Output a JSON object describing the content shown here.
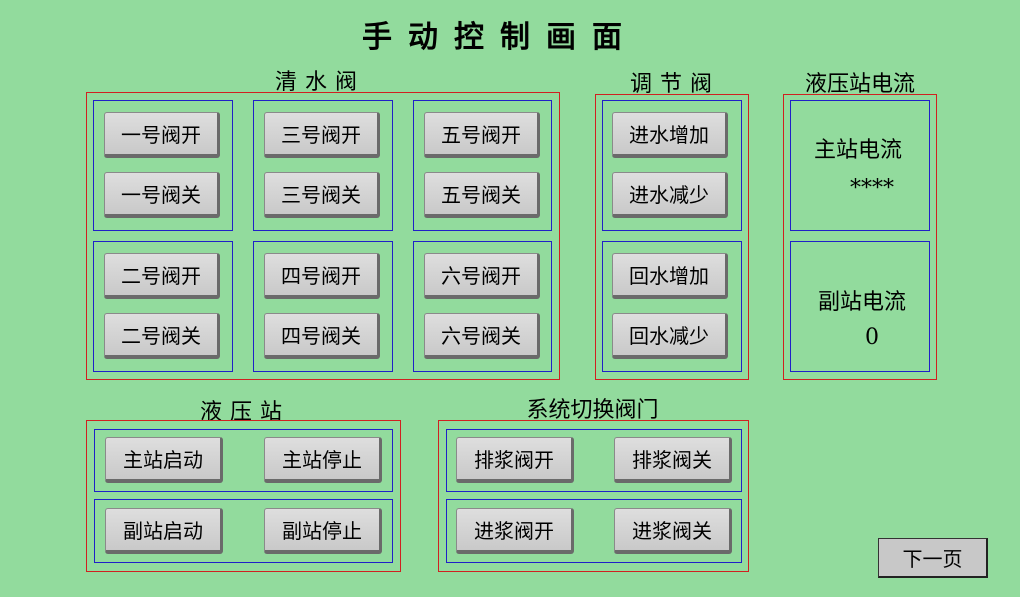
{
  "page_title": "手动控制画面",
  "clean_water_valves": {
    "label": "清水阀",
    "buttons": [
      "一号阀开",
      "一号阀关",
      "三号阀开",
      "三号阀关",
      "五号阀开",
      "五号阀关",
      "二号阀开",
      "二号阀关",
      "四号阀开",
      "四号阀关",
      "六号阀开",
      "六号阀关"
    ]
  },
  "regulating_valves": {
    "label": "调节阀",
    "buttons": [
      "进水增加",
      "进水减少",
      "回水增加",
      "回水减少"
    ]
  },
  "hydraulic_current": {
    "label": "液压站电流",
    "main_label": "主站电流",
    "main_value": "****",
    "sub_label": "副站电流",
    "sub_value": "0"
  },
  "hydraulic_station": {
    "label": "液压站",
    "buttons": [
      "主站启动",
      "主站停止",
      "副站启动",
      "副站停止"
    ]
  },
  "system_switch_valves": {
    "label": "系统切换阀门",
    "buttons": [
      "排浆阀开",
      "排浆阀关",
      "进浆阀开",
      "进浆阀关"
    ]
  },
  "next_page_label": "下一页"
}
